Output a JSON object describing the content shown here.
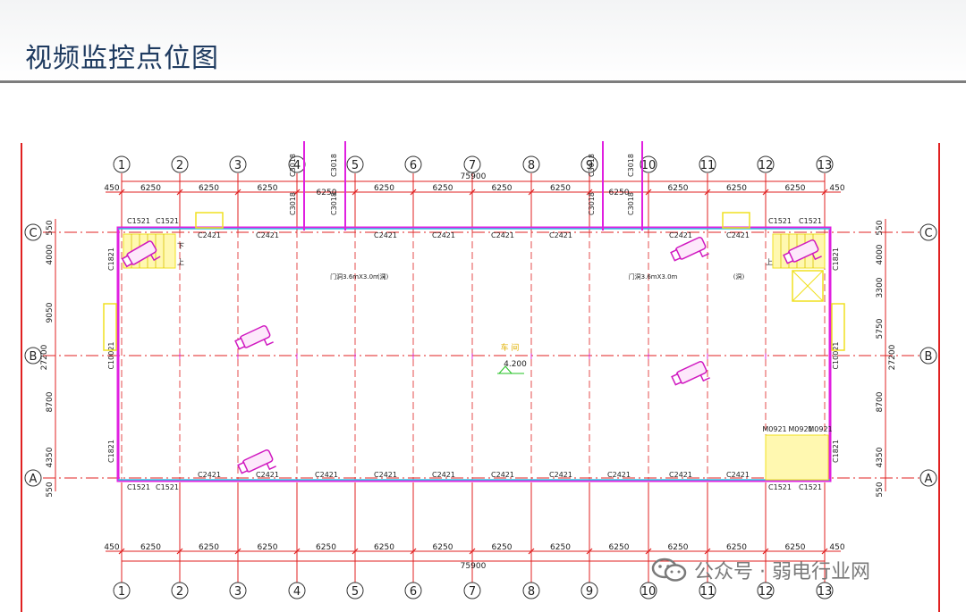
{
  "page_title": "视频监控点位图",
  "watermark": "公众号 · 弱电行业网",
  "axis_numbers": [
    "1",
    "2",
    "3",
    "4",
    "5",
    "6",
    "7",
    "8",
    "9",
    "10",
    "11",
    "12",
    "13"
  ],
  "row_letters": [
    "C",
    "B",
    "A"
  ],
  "bay_dimension": "6250",
  "end_dimension": "450",
  "total_length": "75900",
  "total_width": "27200",
  "left_dims": [
    "550",
    "4000",
    "9050",
    "8700",
    "4350",
    "550"
  ],
  "right_dims": [
    "550",
    "4000",
    "3300",
    "5750",
    "8700",
    "4350",
    "550"
  ],
  "window_top_labels": [
    "C2421",
    "C2421",
    "C2421",
    "C2421",
    "C2421",
    "C2421",
    "C2421",
    "C2421",
    "C2421"
  ],
  "window_bottom_labels": [
    "C2421",
    "C2421",
    "C2421",
    "C2421",
    "C2421",
    "C2421",
    "C2421",
    "C2421",
    "C2421",
    "C2421",
    "C2421"
  ],
  "corner_window": "C1521",
  "side_window_a": "C1821",
  "side_window_b": "C10021",
  "door_vert": "C3018",
  "door_labels": [
    "M0921",
    "M0921",
    "M0921"
  ],
  "door_note_left": "门洞3.6mX3.0m（",
  "door_note_right": "门洞3.6mX3.0m",
  "door_note_tail": "(洞)",
  "room_label": "车 间",
  "elevation": "4.200",
  "stair_mark_down": "下",
  "stair_mark_up": "上",
  "colors": {
    "title": "#1f3b60",
    "grid_red": "#e02020",
    "wall_magenta": "#e020e0",
    "camera": "#d019c0",
    "window_cyan": "#30c0e0",
    "stair_yellow": "#f0e020",
    "dim_text": "#202020"
  },
  "icons": [
    "camera-icon",
    "wechat-icon"
  ]
}
